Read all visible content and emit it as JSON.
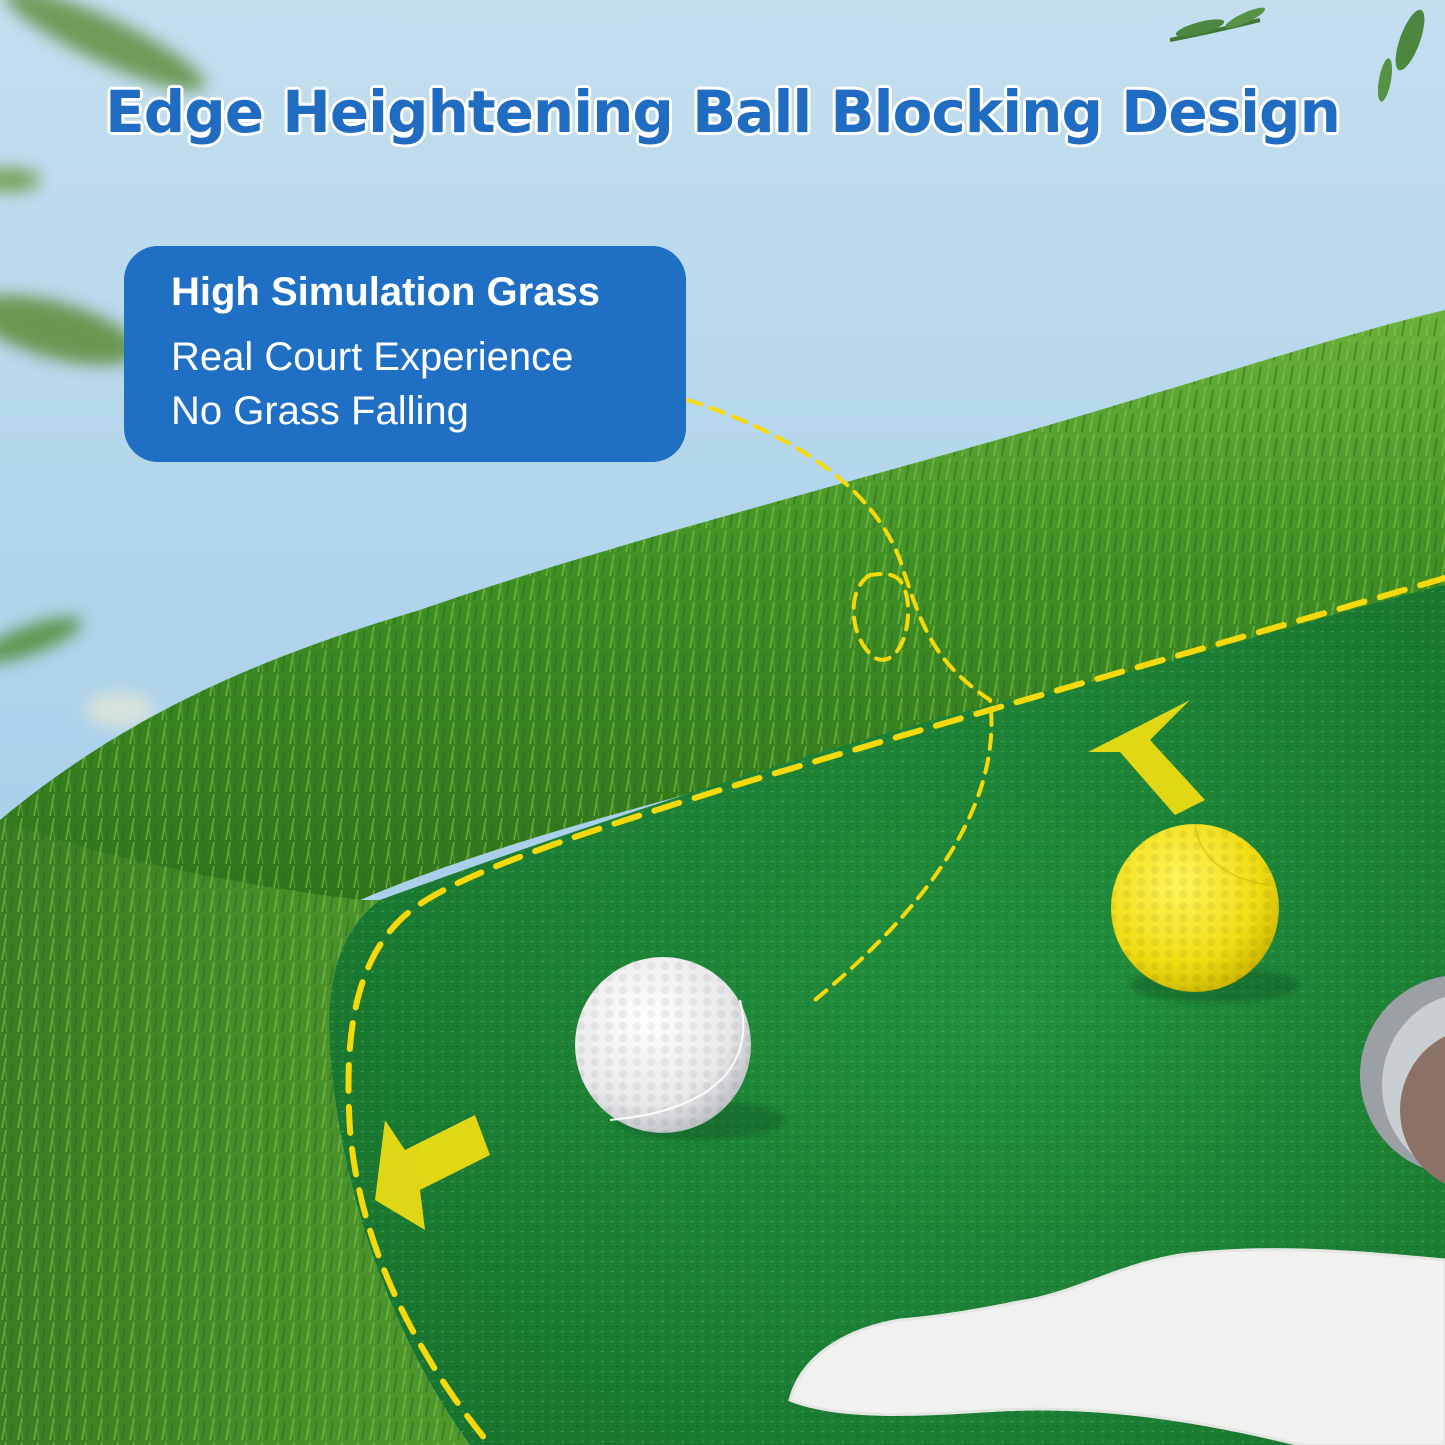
{
  "header": {
    "title": "Edge Heightening Ball Blocking Design"
  },
  "callout": {
    "heading": "High Simulation Grass",
    "lines": [
      "Real Court Experience",
      "No Grass Falling"
    ]
  },
  "scene": {
    "elements": [
      "sky-background",
      "blurred-leaves",
      "raised-grass-edge",
      "putting-green-surface",
      "white-golf-ball",
      "yellow-golf-ball",
      "metal-hole-cup",
      "white-sand-bunker",
      "dashed-guide-lines",
      "yellow-arrow-up",
      "yellow-arrow-left"
    ],
    "colors": {
      "sky": "#b3d6ec",
      "title_blue": "#1f6cc2",
      "callout_blue": "#1f6fc4",
      "turf_green": "#1f8a3a",
      "edge_grass": "#4a9a2a",
      "guide_yellow": "#f5d90a",
      "ball_yellow": "#f2e21c"
    }
  }
}
